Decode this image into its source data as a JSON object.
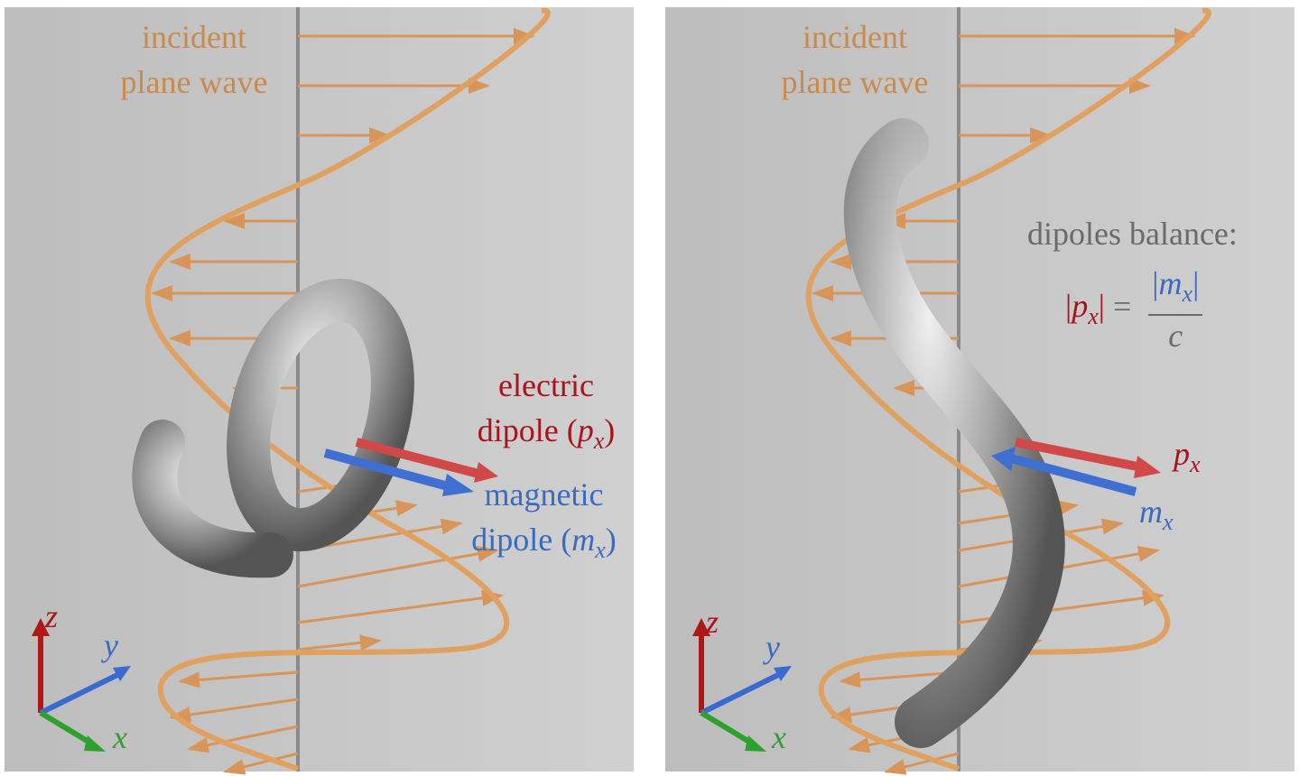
{
  "left_panel": {
    "wave_label": [
      "incident",
      "plane wave"
    ],
    "electric_label": {
      "line1": "electric",
      "prefix": "dipole (",
      "symbol": "p",
      "sub": "x",
      "suffix": ")"
    },
    "magnetic_label": {
      "line1": "magnetic",
      "prefix": "dipole (",
      "symbol": "m",
      "sub": "x",
      "suffix": ")"
    },
    "axes": {
      "z": "z",
      "y": "y",
      "x": "x"
    }
  },
  "right_panel": {
    "wave_label": [
      "incident",
      "plane wave"
    ],
    "balance_title": "dipoles balance:",
    "formula": {
      "lhs_symbol": "p",
      "lhs_sub": "x",
      "equals": "=",
      "num_symbol": "m",
      "num_sub": "x",
      "den": "c"
    },
    "p_label": {
      "symbol": "p",
      "sub": "x"
    },
    "m_label": {
      "symbol": "m",
      "sub": "x"
    },
    "axes": {
      "z": "z",
      "y": "y",
      "x": "x"
    }
  },
  "colors": {
    "wave": "#e0a060",
    "electric": "#d04848",
    "magnetic": "#3f6fd0",
    "metal": "#9a9a9a",
    "background": "#c6c6c6"
  }
}
